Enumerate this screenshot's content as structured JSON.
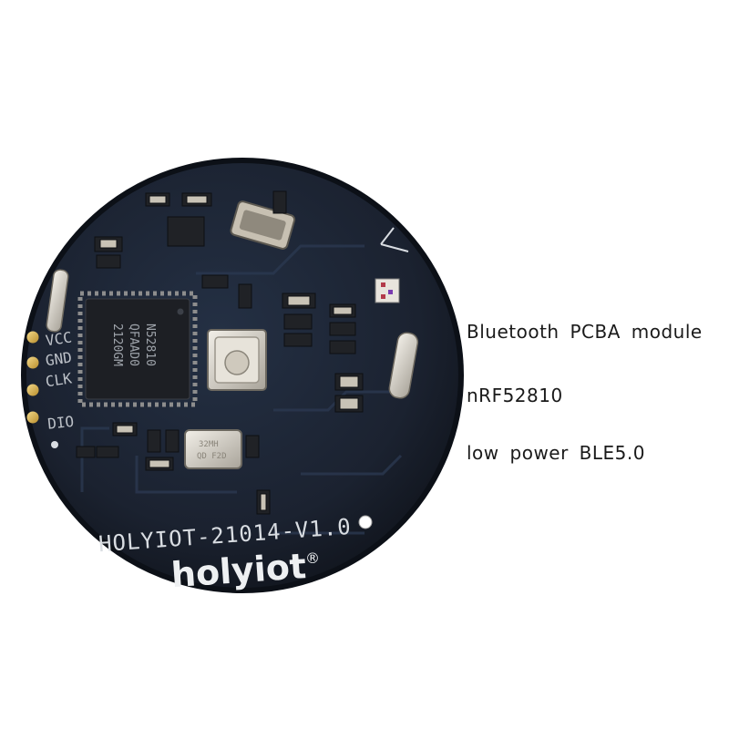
{
  "captions": {
    "line1": "Bluetooth PCBA module",
    "line2": "nRF52810",
    "line3": "low power BLE5.0"
  },
  "board": {
    "silkscreen_model": "HOLYIOT-21014-V1.0",
    "brand_logo": "holyiot",
    "chip_marking": [
      "N52810",
      "QFAAD0",
      "2120GM"
    ],
    "crystal_marking": [
      "32MH",
      "QD F2D"
    ],
    "pin_labels": [
      "VCC",
      "GND",
      "CLK",
      "DIO"
    ]
  },
  "colors": {
    "pcb": "#1b2230",
    "pcb_edge": "#11161f",
    "silkscreen": "#d9dde2",
    "pad_gold": "#d8b14a",
    "component_dark": "#202226",
    "component_light": "#c9c3b6"
  }
}
